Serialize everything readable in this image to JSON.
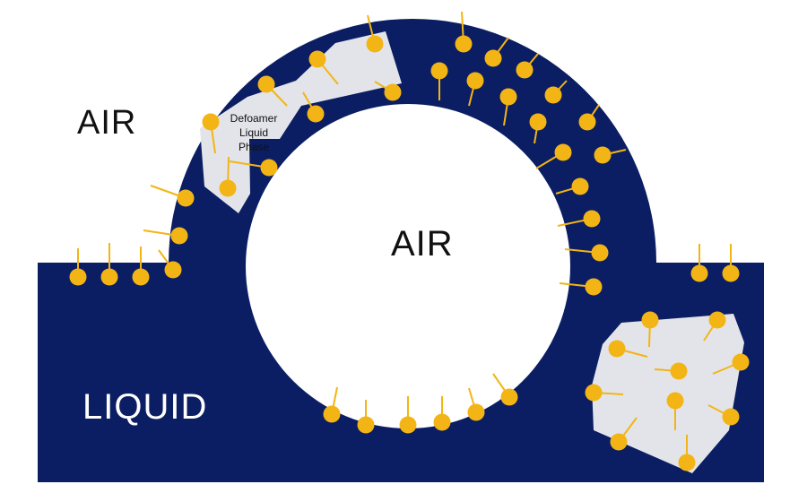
{
  "colors": {
    "liquid": "#0b1e63",
    "surfactant": "#f3b515",
    "defoamer": "#e3e4ea",
    "background": "#ffffff"
  },
  "labels": {
    "air_outside": "AIR",
    "air_bubble": "AIR",
    "liquid": "LIQUID",
    "defoamer": [
      "Defoamer",
      "Liquid",
      "Phase"
    ]
  },
  "diagram": {
    "surfactant_description": "surfactant molecules with hydrophilic heads and hydrophobic tails",
    "defoamer_particles": 2
  }
}
